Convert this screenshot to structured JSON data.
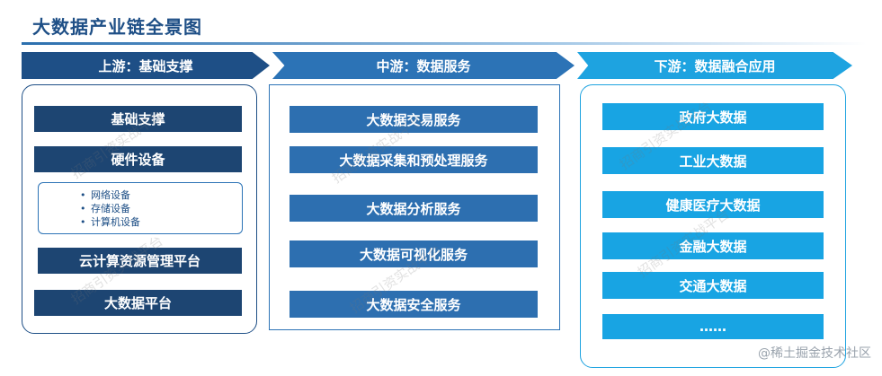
{
  "title": "大数据产业链全景图",
  "stages": {
    "upstream": "上游：基础支撑",
    "midstream": "中游：数据服务",
    "downstream": "下游：数据融合应用"
  },
  "upstream": {
    "foundation": "基础支撑",
    "hardware": "硬件设备",
    "hardware_items": [
      "网络设备",
      "存储设备",
      "计算机设备"
    ],
    "cloud": "云计算资源管理平台",
    "platform": "大数据平台"
  },
  "midstream": {
    "items": [
      "大数据交易服务",
      "大数据采集和预处理服务",
      "大数据分析服务",
      "大数据可视化服务",
      "大数据安全服务"
    ]
  },
  "downstream": {
    "items": [
      "政府大数据",
      "工业大数据",
      "健康医疗大数据",
      "金融大数据",
      "交通大数据",
      "……"
    ]
  },
  "watermark": "招商引资实战平台",
  "footer_mark": "@稀土掘金技术社区",
  "colors": {
    "dark": "#1d4572",
    "mid": "#2d6fb0",
    "light": "#18a4e3"
  }
}
